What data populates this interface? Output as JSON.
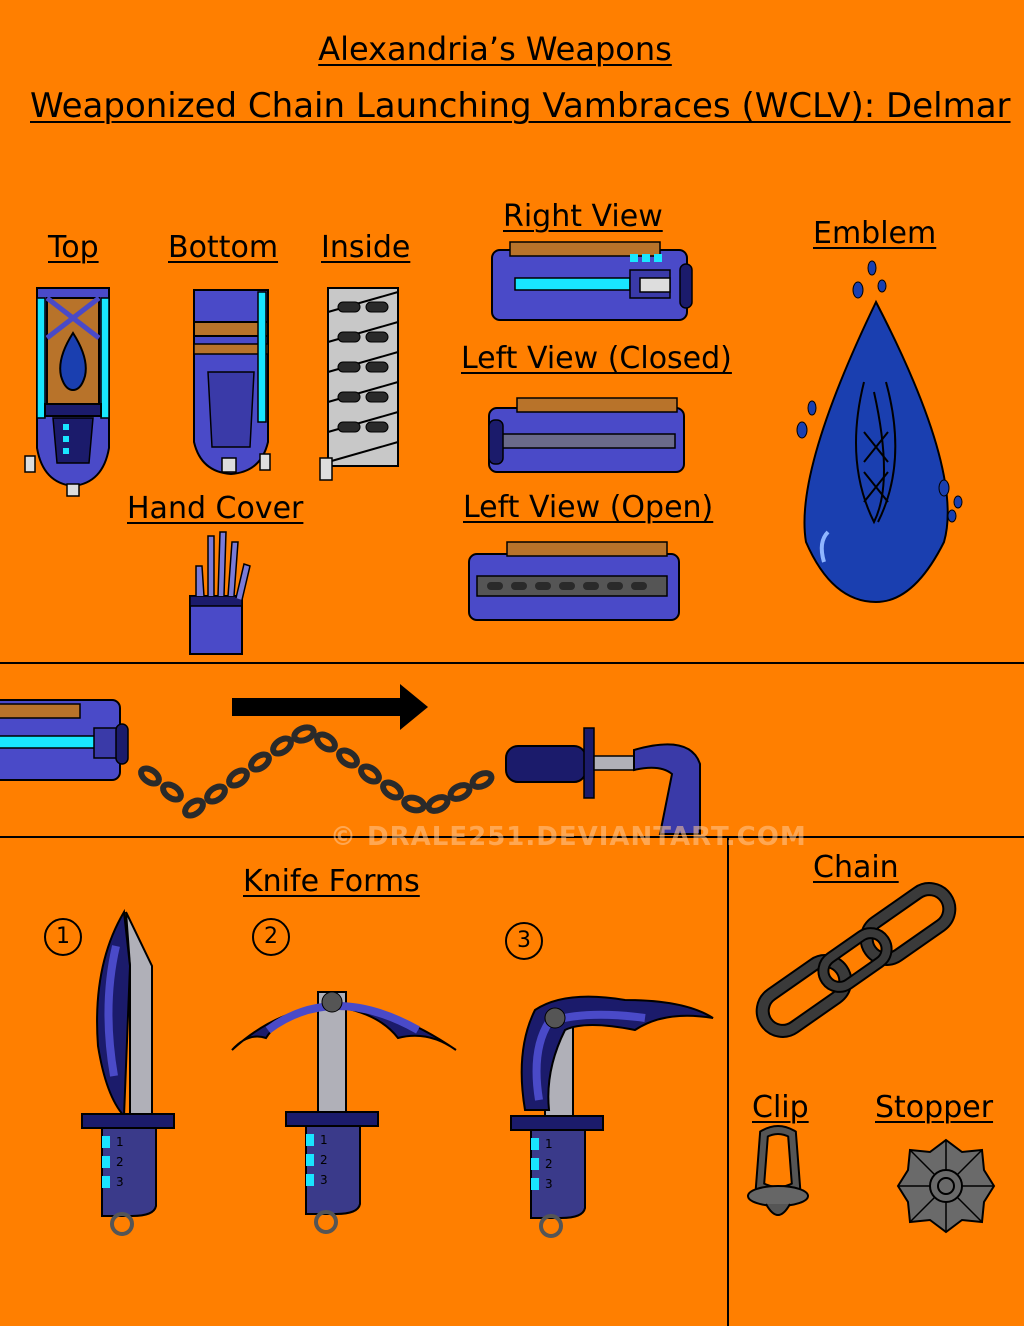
{
  "header": {
    "title": "Alexandria’s Weapons",
    "subtitle": "Weaponized Chain Launching Vambraces (WCLV): Delmar"
  },
  "views": {
    "top": "Top",
    "bottom": "Bottom",
    "inside": "Inside",
    "right_view": "Right View",
    "left_closed": "Left View (Closed)",
    "left_open": "Left View (Open)",
    "hand_cover": "Hand Cover",
    "emblem": "Emblem"
  },
  "knife_forms": {
    "title": "Knife Forms",
    "numbers": [
      "1",
      "2",
      "3"
    ],
    "grip_marks": [
      "1",
      "2",
      "3"
    ]
  },
  "parts": {
    "chain": "Chain",
    "clip": "Clip",
    "stopper": "Stopper"
  },
  "watermark": "© DRALE251.DEVIANTART.COM",
  "colors": {
    "background": "#ff7f00",
    "armor_blue": "#4a4ac8",
    "dark_blue": "#1b1b6b",
    "cyan_glow": "#19e6ff",
    "bronze": "#b8732a",
    "emblem_blue": "#1a3fb0",
    "chain_dark": "#2a2a2a",
    "blade_grey": "#b0b0b8"
  }
}
